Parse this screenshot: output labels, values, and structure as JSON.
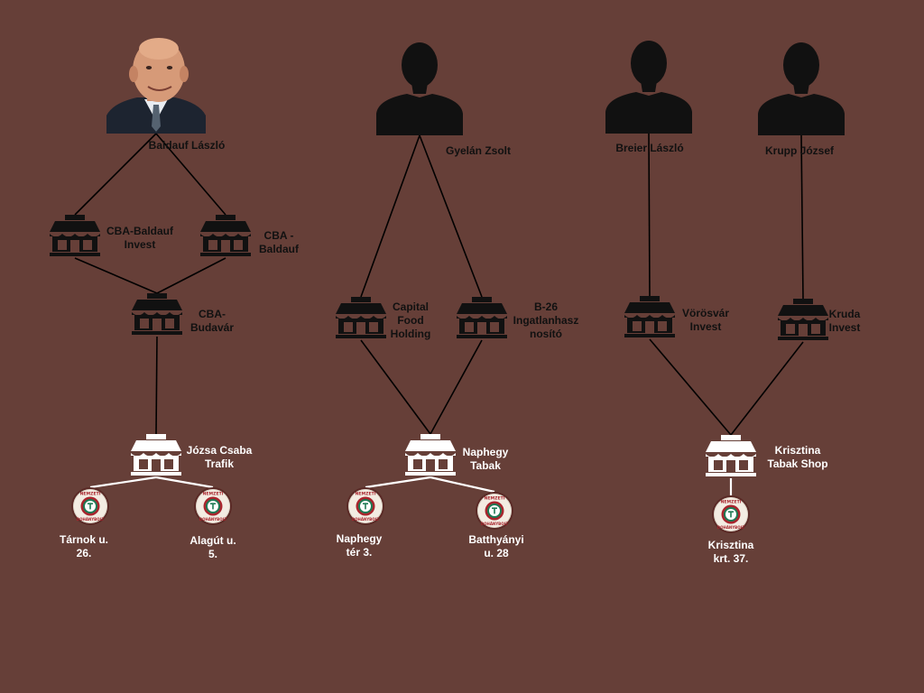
{
  "colors": {
    "background": "#663f38",
    "dark_ink": "#111111",
    "light_ink": "#ffffff",
    "stamp_red": "#a8252d",
    "stamp_green": "#1e7a55"
  },
  "nodes": {
    "baldauf_laszlo": {
      "label": "Baldauf László",
      "kind": "person-photo",
      "icon": "person-photo-icon"
    },
    "gyelan_zsolt": {
      "label": "Gyelán Zsolt",
      "kind": "person",
      "icon": "person-silhouette-icon"
    },
    "breier_laszlo": {
      "label": "Breier László",
      "kind": "person",
      "icon": "person-silhouette-icon"
    },
    "krupp_jozsef": {
      "label": "Krupp József",
      "kind": "person",
      "icon": "person-silhouette-icon"
    },
    "cba_baldauf_invest": {
      "label": "CBA-Baldauf\nInvest",
      "kind": "company",
      "icon": "store-icon"
    },
    "cba_baldauf": {
      "label": "CBA -\nBaldauf",
      "kind": "company",
      "icon": "store-icon"
    },
    "cba_budavar": {
      "label": "CBA-\nBudavár",
      "kind": "company",
      "icon": "store-icon"
    },
    "capital_food_holding": {
      "label": "Capital\nFood\nHolding",
      "kind": "company",
      "icon": "store-icon"
    },
    "b26_ingatlan": {
      "label": "B-26\nIngatlanhasz\nnosító",
      "kind": "company",
      "icon": "store-icon"
    },
    "vorosvar_invest": {
      "label": "Vörösvár\nInvest",
      "kind": "company",
      "icon": "store-icon"
    },
    "kruda_invest": {
      "label": "Kruda\nInvest",
      "kind": "company",
      "icon": "store-icon"
    },
    "jozsa_csaba_trafik": {
      "label": "Józsa Csaba\nTrafik",
      "kind": "trafik",
      "icon": "white-store-icon"
    },
    "naphegy_tabak": {
      "label": "Naphegy\nTabak",
      "kind": "trafik",
      "icon": "white-store-icon"
    },
    "krisztina_tabak_shop": {
      "label": "Krisztina\nTabak Shop",
      "kind": "trafik",
      "icon": "white-store-icon"
    },
    "tarnok_u_26": {
      "label": "Tárnok u.\n26.",
      "kind": "shop",
      "icon": "nemzeti-dohanybolt-icon",
      "stamp_top": "NEMZETI",
      "stamp_bottom": "DOHÁNYBOLT"
    },
    "alagut_u_5": {
      "label": "Alagút u.\n5.",
      "kind": "shop",
      "icon": "nemzeti-dohanybolt-icon",
      "stamp_top": "NEMZETI",
      "stamp_bottom": "DOHÁNYBOLT"
    },
    "naphegy_ter_3": {
      "label": "Naphegy\ntér 3.",
      "kind": "shop",
      "icon": "nemzeti-dohanybolt-icon",
      "stamp_top": "NEMZETI",
      "stamp_bottom": "DOHÁNYBOLT"
    },
    "batthyanyi_u_28": {
      "label": "Batthyányi\nu. 28",
      "kind": "shop",
      "icon": "nemzeti-dohanybolt-icon",
      "stamp_top": "NEMZETI",
      "stamp_bottom": "DOHÁNYBOLT"
    },
    "krisztina_krt_37": {
      "label": "Krisztina\nkrt. 37.",
      "kind": "shop",
      "icon": "nemzeti-dohanybolt-icon",
      "stamp_top": "NEMZETI",
      "stamp_bottom": "DOHÁNYBOLT"
    }
  },
  "edges": [
    [
      "baldauf_laszlo",
      "cba_baldauf_invest"
    ],
    [
      "baldauf_laszlo",
      "cba_baldauf"
    ],
    [
      "cba_baldauf_invest",
      "cba_budavar"
    ],
    [
      "cba_baldauf",
      "cba_budavar"
    ],
    [
      "cba_budavar",
      "jozsa_csaba_trafik"
    ],
    [
      "jozsa_csaba_trafik",
      "tarnok_u_26"
    ],
    [
      "jozsa_csaba_trafik",
      "alagut_u_5"
    ],
    [
      "gyelan_zsolt",
      "capital_food_holding"
    ],
    [
      "gyelan_zsolt",
      "b26_ingatlan"
    ],
    [
      "capital_food_holding",
      "naphegy_tabak"
    ],
    [
      "b26_ingatlan",
      "naphegy_tabak"
    ],
    [
      "naphegy_tabak",
      "naphegy_ter_3"
    ],
    [
      "naphegy_tabak",
      "batthyanyi_u_28"
    ],
    [
      "breier_laszlo",
      "vorosvar_invest"
    ],
    [
      "krupp_jozsef",
      "kruda_invest"
    ],
    [
      "vorosvar_invest",
      "krisztina_tabak_shop"
    ],
    [
      "kruda_invest",
      "krisztina_tabak_shop"
    ],
    [
      "krisztina_tabak_shop",
      "krisztina_krt_37"
    ]
  ]
}
